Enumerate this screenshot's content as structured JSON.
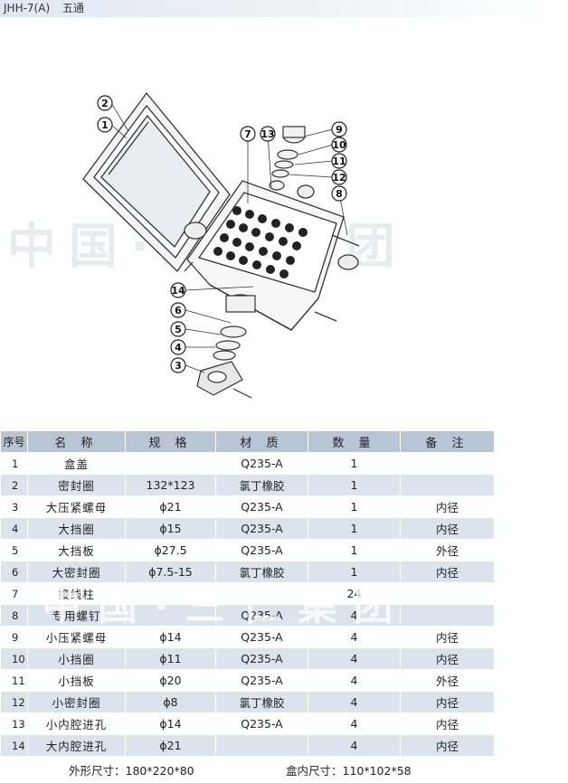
{
  "header": {
    "model": "JHH-7(A)",
    "type_name": "五通"
  },
  "watermark": {
    "text": "中国·三仁集团"
  },
  "callouts": [
    "1",
    "2",
    "3",
    "4",
    "5",
    "6",
    "7",
    "8",
    "9",
    "10",
    "11",
    "12",
    "13",
    "14"
  ],
  "table": {
    "headers": [
      "序号",
      "名 称",
      "规 格",
      "材 质",
      "数 量",
      "备 注"
    ],
    "rows": [
      {
        "no": "1",
        "name": "盒盖",
        "spec": "",
        "material": "Q235-A",
        "qty": "1",
        "note": ""
      },
      {
        "no": "2",
        "name": "密封圈",
        "spec": "132*123",
        "material": "氯丁橡胶",
        "qty": "1",
        "note": ""
      },
      {
        "no": "3",
        "name": "大压紧螺母",
        "spec": "ϕ21",
        "material": "Q235-A",
        "qty": "1",
        "note": "内径"
      },
      {
        "no": "4",
        "name": "大挡圈",
        "spec": "ϕ15",
        "material": "Q235-A",
        "qty": "1",
        "note": "内径"
      },
      {
        "no": "5",
        "name": "大挡板",
        "spec": "ϕ27.5",
        "material": "Q235-A",
        "qty": "1",
        "note": "外径"
      },
      {
        "no": "6",
        "name": "大密封圈",
        "spec": "ϕ7.5-15",
        "material": "氯丁橡胶",
        "qty": "1",
        "note": "内径"
      },
      {
        "no": "7",
        "name": "接线柱",
        "spec": "",
        "material": "",
        "qty": "24",
        "note": ""
      },
      {
        "no": "8",
        "name": "专用螺钉",
        "spec": "",
        "material": "Q235-A",
        "qty": "4",
        "note": ""
      },
      {
        "no": "9",
        "name": "小压紧螺母",
        "spec": "ϕ14",
        "material": "Q235-A",
        "qty": "4",
        "note": "内径"
      },
      {
        "no": "10",
        "name": "小挡圈",
        "spec": "ϕ11",
        "material": "Q235-A",
        "qty": "4",
        "note": "内径"
      },
      {
        "no": "11",
        "name": "小挡板",
        "spec": "ϕ20",
        "material": "Q235-A",
        "qty": "4",
        "note": "外径"
      },
      {
        "no": "12",
        "name": "小密封圈",
        "spec": "ϕ8",
        "material": "氯丁橡胶",
        "qty": "4",
        "note": "内径"
      },
      {
        "no": "13",
        "name": "小内腔进孔",
        "spec": "ϕ14",
        "material": "Q235-A",
        "qty": "4",
        "note": "内径"
      },
      {
        "no": "14",
        "name": "大内腔进孔",
        "spec": "ϕ21",
        "material": "",
        "qty": "4",
        "note": "内径"
      }
    ]
  },
  "footer": {
    "outer_size": "外形尺寸：180*220*80",
    "inner_size": "盒内尺寸：110*102*58"
  }
}
